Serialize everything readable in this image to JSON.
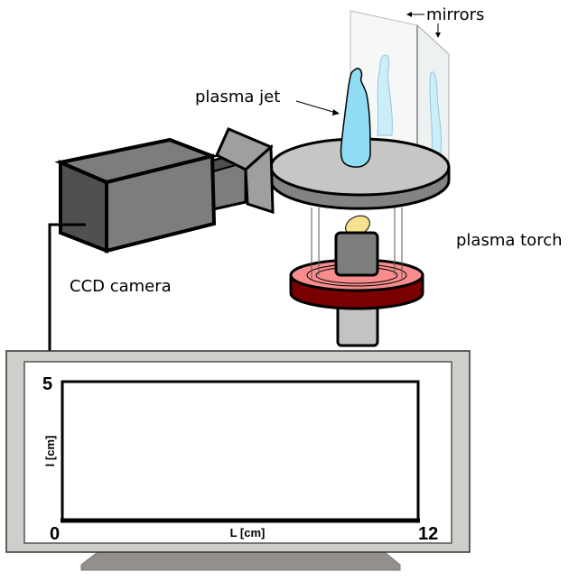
{
  "labels": {
    "mirrors": "mirrors",
    "plasma_jet": "plasma jet",
    "plasma_torch": "plasma torch",
    "ccd_camera": "CCD camera"
  },
  "colors": {
    "camera": "#7a7c79",
    "disc": "#c6c7c5",
    "jet": "#8fdcf4",
    "torch_ring": "#f78d8d",
    "torch_base": "#7a0000",
    "monitor": "#cdcfcb"
  },
  "chart_data": {
    "type": "line",
    "title": "",
    "xlabel": "L [cm]",
    "ylabel": "l [cm]",
    "xlim": [
      0,
      12
    ],
    "ylim": [
      0,
      5
    ],
    "x_tick_labels": [
      "0",
      "12"
    ],
    "y_tick_labels": [
      "5"
    ],
    "series": []
  }
}
